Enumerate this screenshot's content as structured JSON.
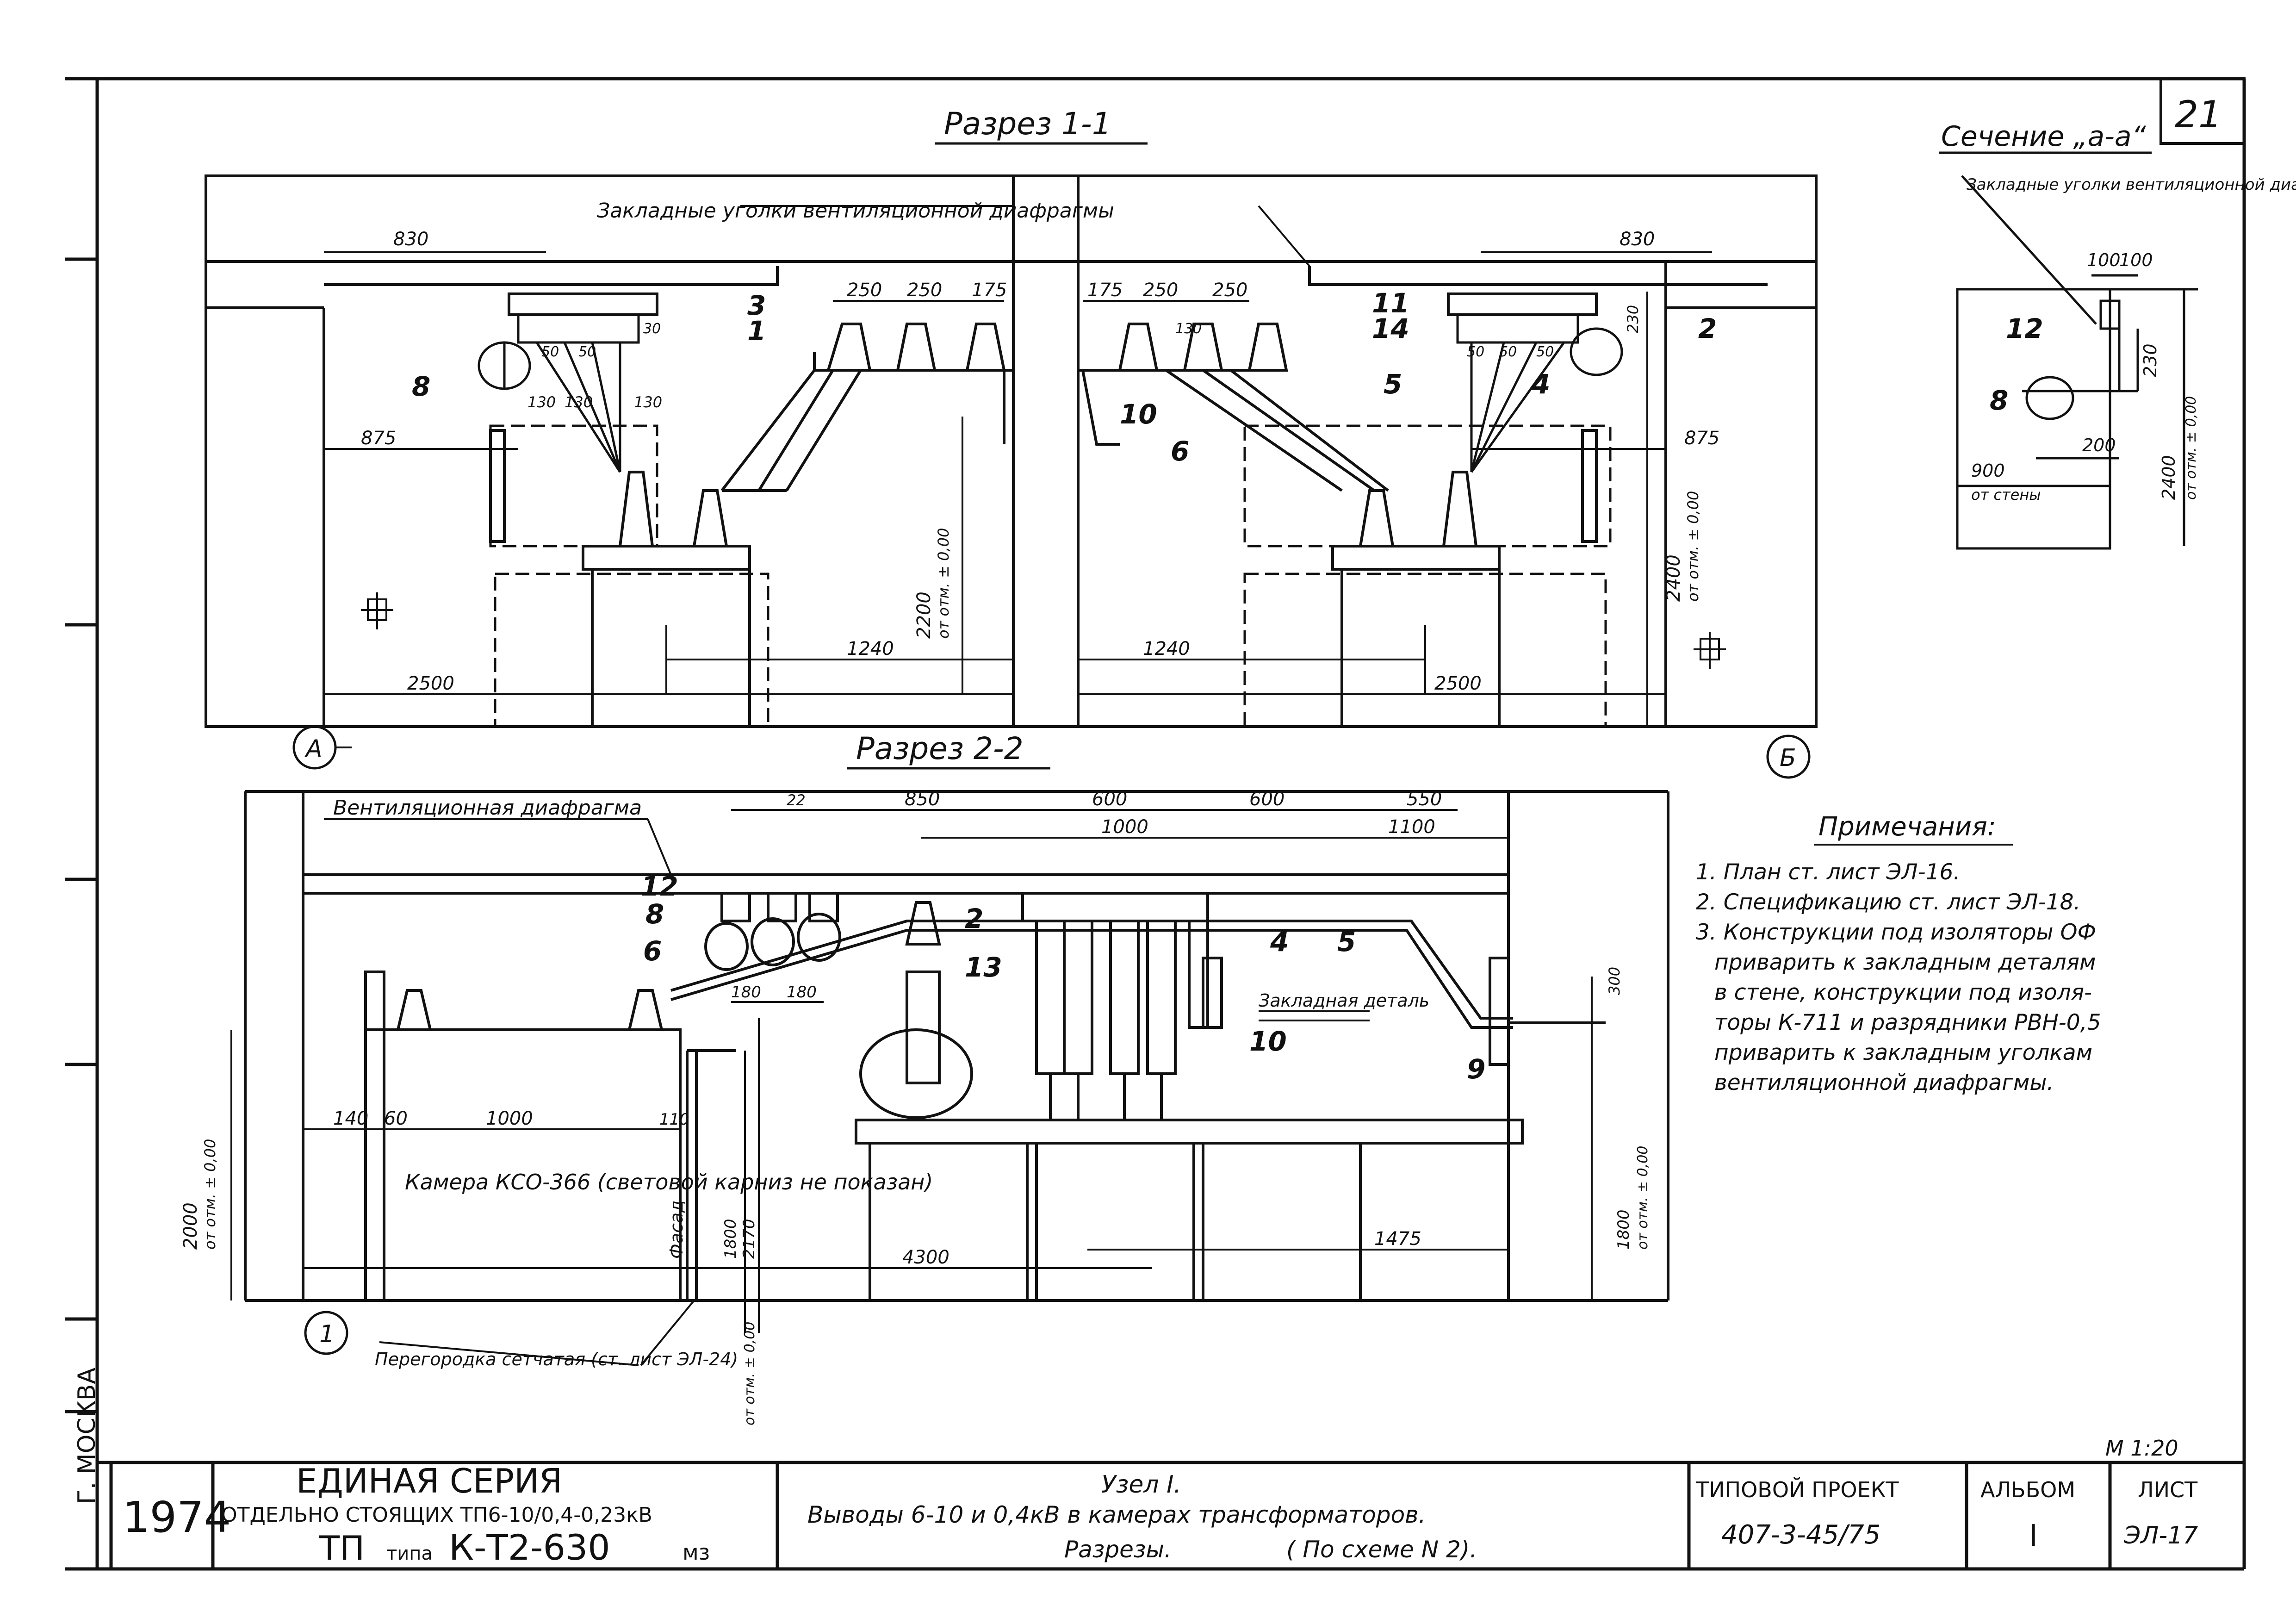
{
  "sheet_number": "21",
  "city": "Г. МОСКВА",
  "scale": "М 1:20",
  "section_1_1": {
    "title": "Разрез 1-1",
    "callout_top": "Закладные уголки вентиляционной диафрагмы",
    "dims_left": [
      "830",
      "250",
      "250",
      "175",
      "30",
      "50",
      "50",
      "130",
      "130",
      "130",
      "875",
      "2200",
      "от отм. ± 0,00",
      "1240",
      "2500"
    ],
    "dims_right": [
      "830",
      "175",
      "250",
      "250",
      "230",
      "50",
      "50",
      "50",
      "130",
      "875",
      "2400",
      "от отм. ± 0,00",
      "1240",
      "2500"
    ],
    "positions_left": [
      "8",
      "3",
      "1"
    ],
    "positions_right": [
      "11",
      "14",
      "2",
      "5",
      "4",
      "10",
      "6"
    ],
    "axis_left": "А",
    "axis_right": "Б"
  },
  "section_a_a": {
    "title": "Сечение „а-а“",
    "callout": "Закладные уголки вентиляционной диафрагмы",
    "dims": [
      "100",
      "100",
      "230",
      "200",
      "900",
      "от стены",
      "2400",
      "от отм. ± 0,00"
    ],
    "positions": [
      "12",
      "8"
    ]
  },
  "section_2_2": {
    "title": "Разрез 2-2",
    "callout_ventilation": "Вентиляционная диафрагма",
    "callout_embedded": "Закладная деталь",
    "callout_partition": "Перегородка сетчатая (ст. лист ЭЛ-24)",
    "camera_label": "Камера КСО-366 (световой карниз не показан)",
    "facade_label": "Фасад",
    "dims_top": [
      "22",
      "850",
      "600",
      "600",
      "550",
      "1000",
      "1100"
    ],
    "dims_bottom": [
      "140",
      "60",
      "1000",
      "110",
      "4300",
      "1475",
      "180",
      "180"
    ],
    "dims_vertical": [
      "2000",
      "от отм. ± 0,00",
      "1800",
      "2170",
      "от отм. ± 0,00",
      "300",
      "1800",
      "от отм. ± 0,00"
    ],
    "positions": [
      "12",
      "8",
      "6",
      "2",
      "13",
      "4",
      "5",
      "10",
      "9"
    ],
    "axis": "1"
  },
  "notes": {
    "title": "Примечания:",
    "items": [
      "1. План ст. лист ЭЛ-16.",
      "2. Спецификацию ст. лист ЭЛ-18.",
      "3. Конструкции под изоляторы ОФ",
      "приварить к закладным деталям",
      "в стене, конструкции под изоля-",
      "торы К-711 и разрядники РВН-0,5",
      "приварить к закладным уголкам",
      "вентиляционной диафрагмы."
    ]
  },
  "title_block": {
    "year": "1974",
    "series_title": "ЕДИНАЯ СЕРИЯ",
    "series_sub": "ОТДЕЛЬНО СТОЯЩИХ ТП6-10/0,4-0,23кВ",
    "tp_prefix": "ТП",
    "tp_type": "типа",
    "tp_model": "К-Т2-630",
    "tp_suffix": "мз",
    "node": "Узел I.",
    "desc_line1": "Выводы 6-10 и 0,4кВ в камерах трансформаторов.",
    "desc_line2": "Разрезы.",
    "desc_line3": "( По схеме N 2).",
    "project_label": "ТИПОВОЙ ПРОЕКТ",
    "project_number": "407-3-45/75",
    "album_label": "АЛЬБОМ",
    "album_number": "I",
    "sheet_label": "ЛИСТ",
    "sheet_code": "ЭЛ-17"
  }
}
